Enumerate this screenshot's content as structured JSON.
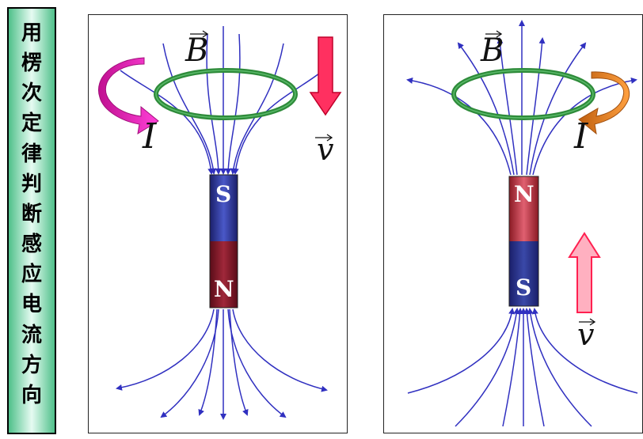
{
  "title_chars": [
    "用",
    "楞",
    "次",
    "定",
    "律",
    "判",
    "断",
    "感",
    "应",
    "电",
    "流",
    "方",
    "向"
  ],
  "left_panel": {
    "field_label": "B",
    "current_label": "I",
    "velocity_label": "v",
    "top_pole": "S",
    "bottom_pole": "N"
  },
  "right_panel": {
    "field_label": "B",
    "current_label": "I",
    "velocity_label": "v",
    "top_pole": "N",
    "bottom_pole": "S"
  },
  "colors": {
    "field_line": "#3030c0",
    "coil": "#2e8b3a",
    "magnet_red": "#8b1a2a",
    "magnet_blue": "#2a2f8f",
    "velocity_arrow": "#ff2050",
    "current_arrow_left": "#e020c0",
    "current_arrow_right": "#e08020"
  },
  "icons": {
    "left_current_arrow": "curved-arrow-icon",
    "right_current_arrow": "curved-arrow-icon",
    "velocity_arrow": "block-arrow-icon"
  }
}
